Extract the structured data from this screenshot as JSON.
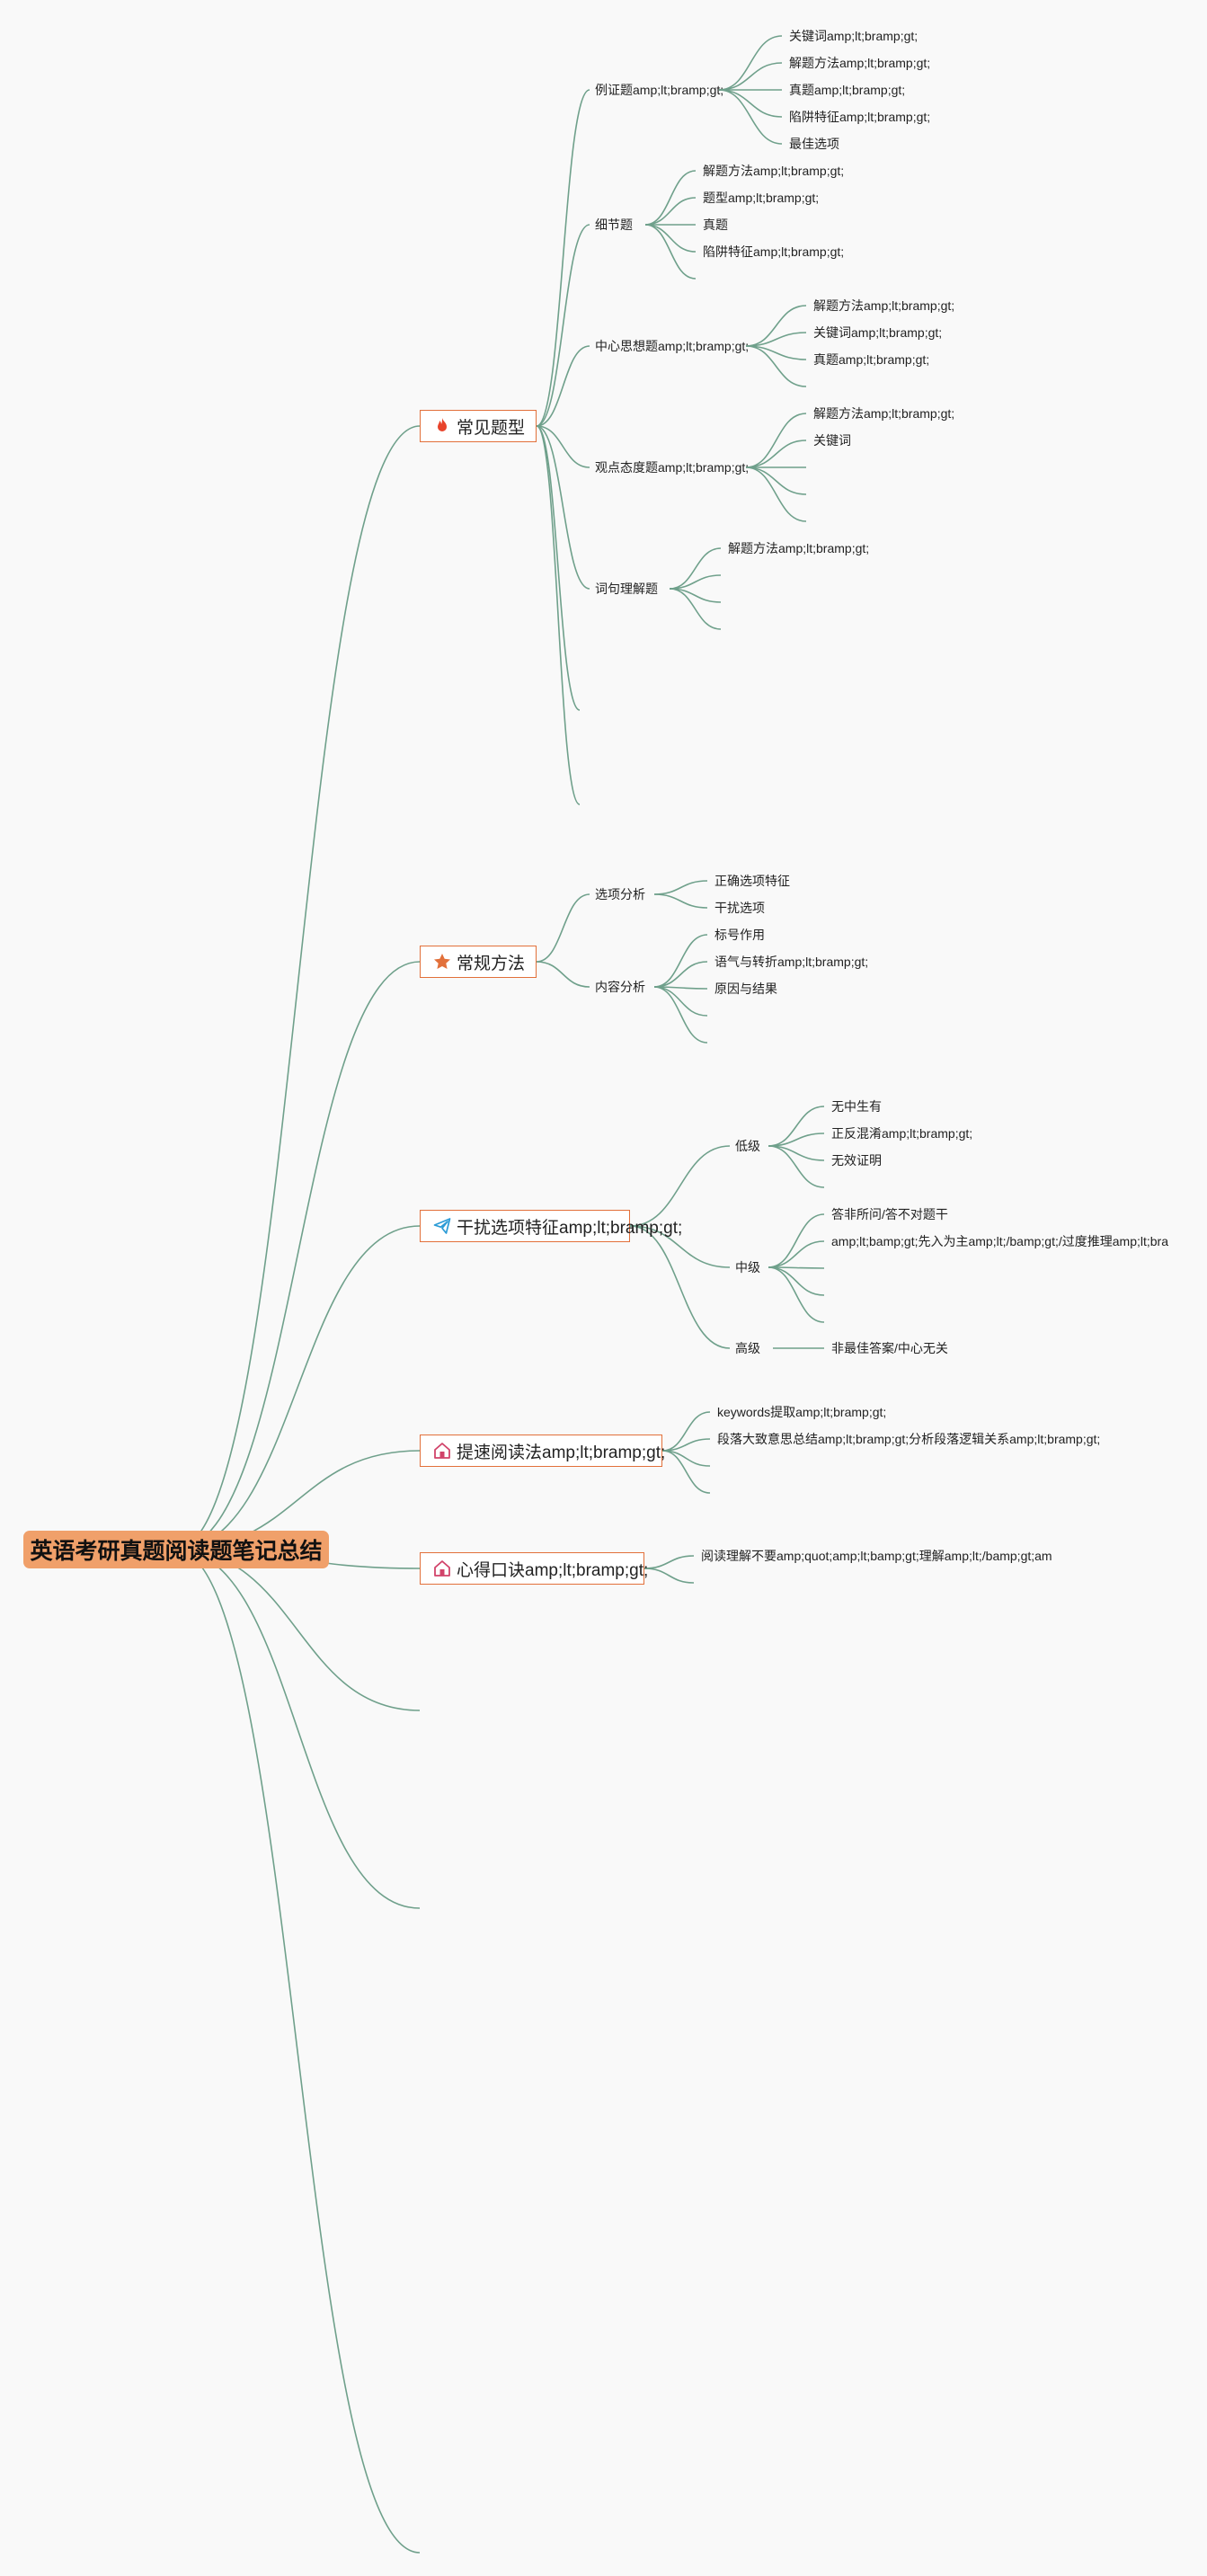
{
  "root": {
    "label": "英语考研真题阅读题笔记总结"
  },
  "branches": [
    {
      "label": "常见题型",
      "icon": "flame-icon",
      "icon_color": "#e8432b",
      "children": [
        {
          "label": "例证题amp;lt;bramp;gt;",
          "children": [
            "关键词amp;lt;bramp;gt;",
            "解题方法amp;lt;bramp;gt;",
            "真题amp;lt;bramp;gt;",
            "陷阱特征amp;lt;bramp;gt;",
            "最佳选项"
          ]
        },
        {
          "label": "细节题",
          "children": [
            "解题方法amp;lt;bramp;gt;",
            "题型amp;lt;bramp;gt;",
            "真题",
            "陷阱特征amp;lt;bramp;gt;",
            ""
          ]
        },
        {
          "label": "中心思想题amp;lt;bramp;gt;",
          "children": [
            "解题方法amp;lt;bramp;gt;",
            "关键词amp;lt;bramp;gt;",
            "真题amp;lt;bramp;gt;",
            ""
          ]
        },
        {
          "label": "观点态度题amp;lt;bramp;gt;",
          "children": [
            "解题方法amp;lt;bramp;gt;",
            "关键词",
            "",
            "",
            ""
          ]
        },
        {
          "label": "词句理解题",
          "children": [
            "解题方法amp;lt;bramp;gt;",
            "",
            "",
            ""
          ]
        },
        {
          "label": "",
          "children": []
        },
        {
          "label": "",
          "children": []
        }
      ]
    },
    {
      "label": "常规方法",
      "icon": "star-icon",
      "icon_color": "#e2703a",
      "children": [
        {
          "label": "选项分析",
          "children": [
            "正确选项特征",
            "干扰选项"
          ]
        },
        {
          "label": "内容分析",
          "children": [
            "标号作用",
            "语气与转折amp;lt;bramp;gt;",
            "原因与结果",
            "",
            ""
          ]
        }
      ]
    },
    {
      "label": "干扰选项特征amp;lt;bramp;gt;",
      "icon": "paper-plane-icon",
      "icon_color": "#2b9bd6",
      "children": [
        {
          "label": "低级",
          "children": [
            "无中生有",
            "正反混淆amp;lt;bramp;gt;",
            "无效证明",
            ""
          ]
        },
        {
          "label": "中级",
          "children": [
            "答非所问/答不对题干",
            "amp;lt;bamp;gt;先入为主amp;lt;/bamp;gt;/过度推理amp;lt;bra",
            "",
            "",
            ""
          ]
        },
        {
          "label": "高级",
          "children": [
            "非最佳答案/中心无关"
          ]
        }
      ]
    },
    {
      "label": "提速阅读法amp;lt;bramp;gt;",
      "icon": "house-icon",
      "icon_color": "#d1436a",
      "children": [
        "keywords提取amp;lt;bramp;gt;",
        "段落大致意思总结amp;lt;bramp;gt;分析段落逻辑关系amp;lt;bramp;gt;",
        "",
        ""
      ]
    },
    {
      "label": "心得口诀amp;lt;bramp;gt;",
      "icon": "house-icon",
      "icon_color": "#d1436a",
      "children": [
        "阅读理解不要amp;quot;amp;lt;bamp;gt;理解amp;lt;/bamp;gt;am",
        ""
      ]
    },
    {
      "label": ""
    },
    {
      "label": ""
    },
    {
      "label": ""
    }
  ],
  "colors": {
    "edge": "#6fa08b",
    "node_border": "#e2703a",
    "root_fill": "#f0a06a",
    "background": "#f9f9f9"
  }
}
